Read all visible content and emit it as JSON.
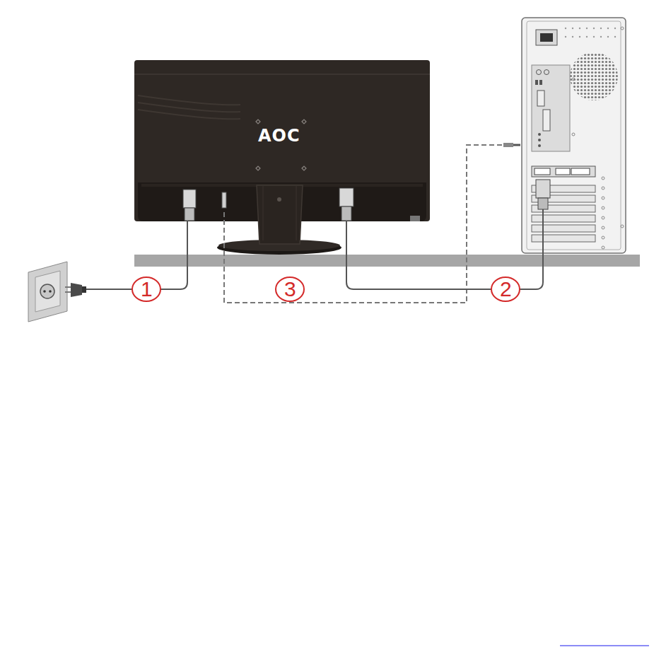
{
  "diagram": {
    "labels": [
      "AOC",
      "1",
      "3",
      "2"
    ]
  }
}
